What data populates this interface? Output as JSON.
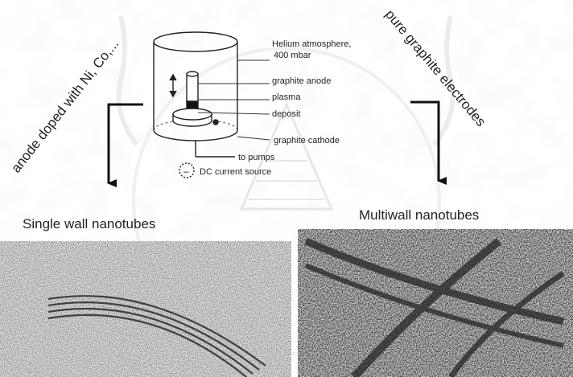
{
  "diagram": {
    "left_branch_label": "anode doped with Ni, Co,...",
    "right_branch_label": "pure graphite electrodes",
    "callouts": {
      "helium_line1": "Helium atmosphere,",
      "helium_line2": "400 mbar",
      "graphite_anode": "graphite anode",
      "plasma": "plasma",
      "deposit": "deposit",
      "graphite_cathode": "graphite cathode",
      "to_pumps": "to pumps",
      "dc_source": "DC current source",
      "dc_symbol": "–"
    }
  },
  "results": {
    "single_wall": "Single wall nanotubes",
    "multiwall": "Multiwall nanotubes"
  }
}
